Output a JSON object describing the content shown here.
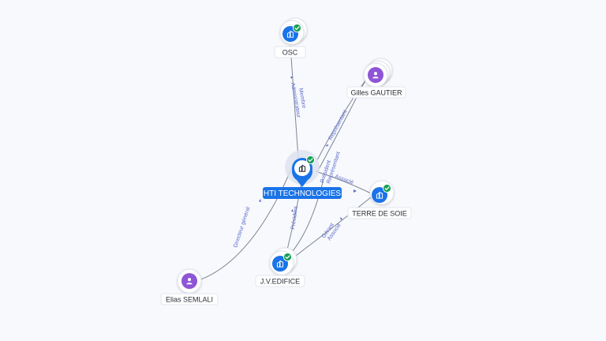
{
  "colors": {
    "company": "#1a73e8",
    "person": "#8e55d6",
    "verified": "#17a055",
    "edge_label": "#5b6cc9"
  },
  "nodes": {
    "center": {
      "label": "HTI TECHNOLOGIES",
      "icon": "building-icon",
      "verified": true
    },
    "osc": {
      "label": "OSC",
      "icon": "building-icon",
      "verified": true
    },
    "gilles": {
      "label": "Gilles GAUTIER",
      "icon": "person-icon"
    },
    "terre": {
      "label": "TERRE DE SOIE",
      "icon": "building-icon",
      "verified": true
    },
    "jv": {
      "label": "J.V.EDIFICE",
      "icon": "building-icon",
      "verified": true
    },
    "elias": {
      "label": "Elias SEMLALI",
      "icon": "person-icon"
    }
  },
  "edges": {
    "osc_center_a": "Membre",
    "osc_center_b": "Administrateur",
    "gilles_center": "Représentant",
    "gilles_terre_a": "Président",
    "gilles_terre_b": "Représentant",
    "center_terre": "Associé",
    "center_jv": "Président",
    "jv_terre_a": "Gérant",
    "jv_terre_b": "Associé",
    "elias_center": "Directeur général"
  }
}
